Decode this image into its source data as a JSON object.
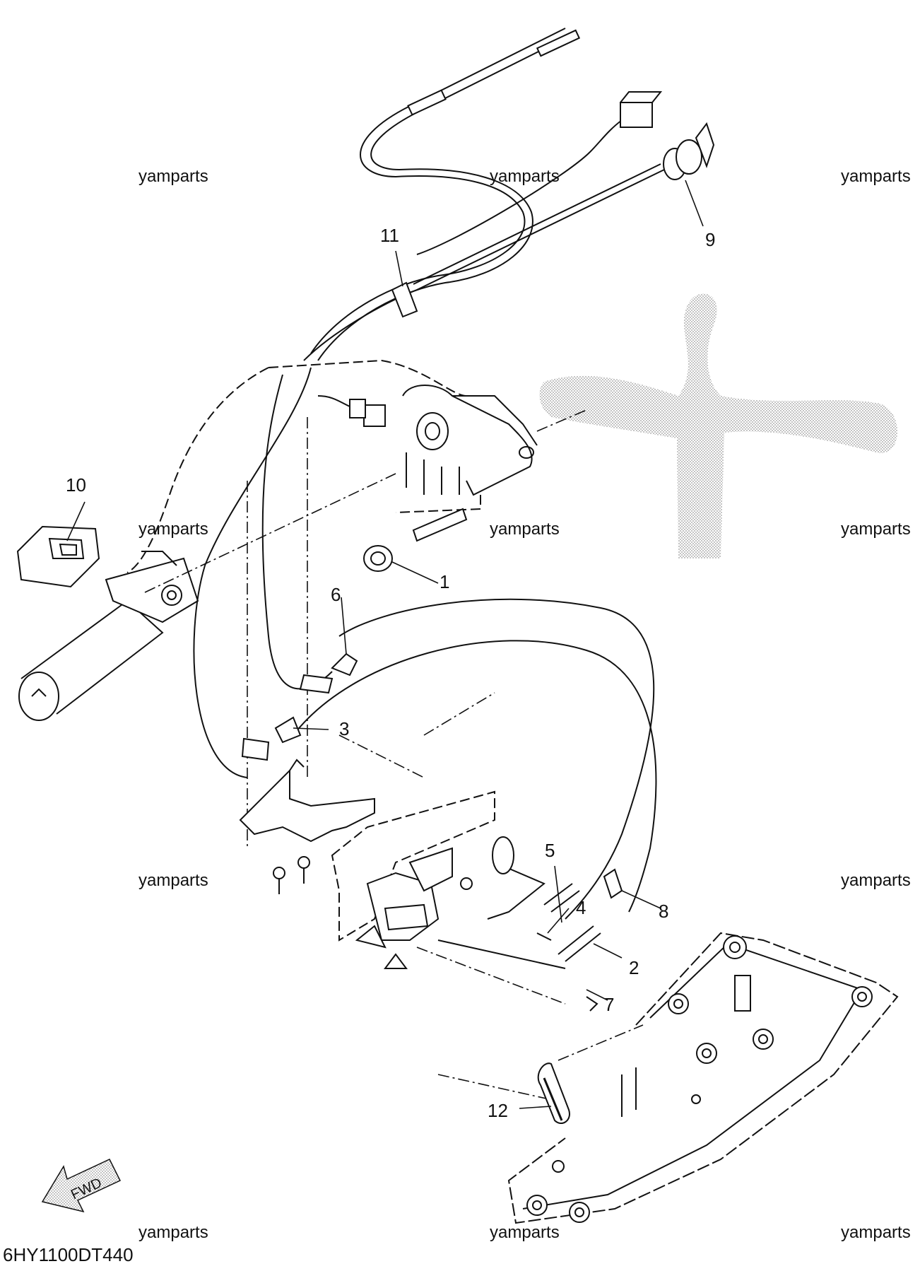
{
  "diagram_code": "6HY1100DT440",
  "watermark": "yamparts",
  "fwd_label": "FWD",
  "callouts": [
    "1",
    "2",
    "3",
    "4",
    "5",
    "6",
    "7",
    "8",
    "9",
    "10",
    "11",
    "12"
  ],
  "colors": {
    "line": "#111111",
    "shade": "#c4c4c4",
    "paper": "#ffffff"
  }
}
